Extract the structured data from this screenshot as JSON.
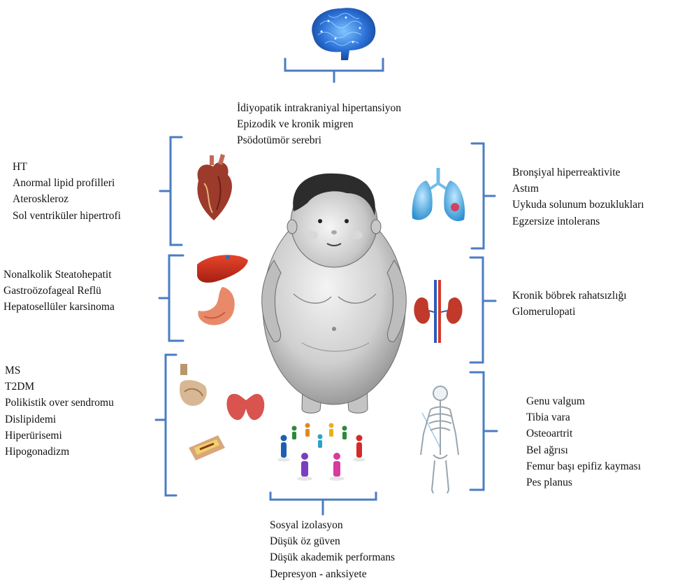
{
  "colors": {
    "bracket": "#4a7cc4",
    "text": "#111111",
    "brain": "#2a6fd6",
    "heart": "#9c3a2c",
    "lung": "#3fa6dd",
    "liver": "#c8321e",
    "stomach": "#e88a6a",
    "kidney": "#c0392b",
    "thyroid": "#d9534f",
    "child_skin": "#cfcfcf"
  },
  "icons": {
    "brain": "brain-icon",
    "heart": "heart-icon",
    "lungs": "lungs-icon",
    "liver": "liver-icon",
    "stomach": "stomach-icon",
    "kidneys": "kidneys-icon",
    "pancreas": "pancreas-icon",
    "thyroid": "thyroid-icon",
    "artery": "artery-plaque-icon",
    "skeleton": "skeleton-icon",
    "people": "people-group-icon",
    "child": "obese-child-figure"
  },
  "groups": {
    "neuro": {
      "items": [
        "İdiyopatik intrakraniyal hipertansiyon",
        "Epizodik ve kronik migren",
        "Psödotümör serebri"
      ]
    },
    "cardio": {
      "items": [
        "HT",
        "Anormal lipid profilleri",
        "Ateroskleroz",
        "Sol ventriküler hipertrofi"
      ]
    },
    "pulmonary": {
      "items": [
        "Bronşiyal hiperreaktivite",
        "Astım",
        "Uykuda solunum bozuklukları",
        "Egzersize intolerans"
      ]
    },
    "gastro": {
      "items": [
        "Nonalkolik Steatohepatit",
        "Gastroözofageal Reflü",
        "Hepatosellüler karsinoma"
      ]
    },
    "renal": {
      "items": [
        "Kronik böbrek rahatsızlığı",
        "Glomerulopati"
      ]
    },
    "endocrine": {
      "items": [
        "MS",
        "T2DM",
        "Polikistik over sendromu",
        "Dislipidemi",
        "Hiperürisemi",
        "Hipogonadizm"
      ]
    },
    "musculoskeletal": {
      "items": [
        "Genu valgum",
        "Tibia vara",
        "Osteoartrit",
        "Bel ağrısı",
        "Femur başı epifiz kayması",
        "Pes planus"
      ]
    },
    "psychosocial": {
      "items": [
        "Sosyal izolasyon",
        "Düşük öz güven",
        "Düşük akademik performans",
        "Depresyon - anksiyete"
      ]
    }
  }
}
